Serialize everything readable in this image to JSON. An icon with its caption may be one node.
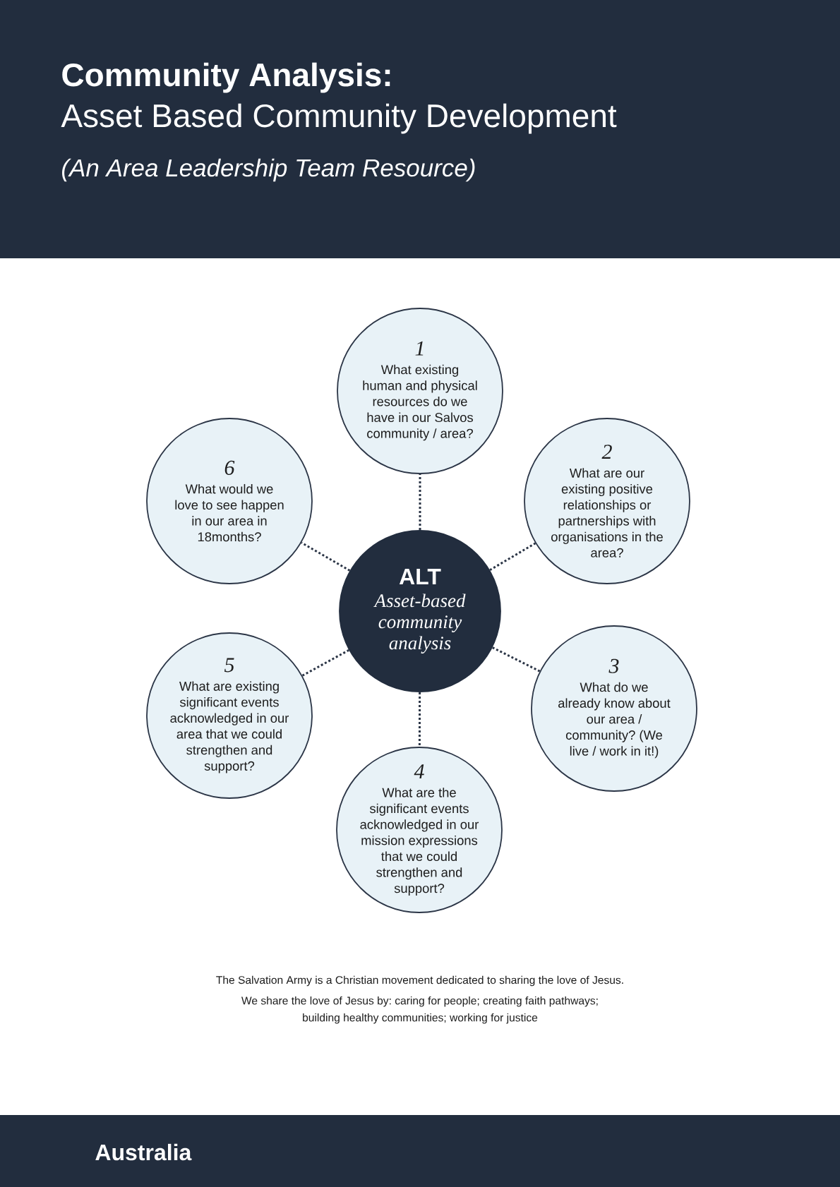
{
  "diagram": {
    "title": "Community Analysis:",
    "nodes": [
      {
        "text": [
          "ALT",
          "Asset-based community analysis"
        ]
      },
      {
        "text": [
          "1",
          "What existing human and physical resources do we have in our Salvos community / area?"
        ]
      },
      {
        "text": [
          "2",
          "What are our existing positive relationships or partnerships with organisations in the area?"
        ]
      },
      {
        "text": [
          "3",
          "What do we already know about our area / community? (We live / work in it!)"
        ]
      },
      {
        "text": [
          "4",
          "What are the significant events acknowledged in our mission expressions that we could strengthen and support?"
        ]
      },
      {
        "text": [
          "5",
          "What are existing significant events acknowledged in our area that we could strengthen and support?"
        ]
      },
      {
        "text": [
          "6",
          "What would we love to see happen in our area in 18months?"
        ]
      }
    ],
    "edges": [
      {
        "from": 0,
        "to": 1,
        "arrow": "none",
        "style": "dashed"
      },
      {
        "from": 0,
        "to": 2,
        "arrow": "none",
        "style": "dashed"
      },
      {
        "from": 0,
        "to": 3,
        "arrow": "none",
        "style": "dashed"
      },
      {
        "from": 0,
        "to": 4,
        "arrow": "none",
        "style": "dashed"
      },
      {
        "from": 0,
        "to": 5,
        "arrow": "none",
        "style": "dashed"
      },
      {
        "from": 0,
        "to": 6,
        "arrow": "none",
        "style": "dashed"
      }
    ],
    "labels": [
      "Asset Based Community Development",
      "(An Area Leadership Team Resource)",
      "The Salvation Army is a Christian movement dedicated to sharing the love of Jesus.",
      "We share the love of Jesus by: caring for people; creating faith pathways; building healthy communities; working for justice",
      "Australia"
    ]
  }
}
